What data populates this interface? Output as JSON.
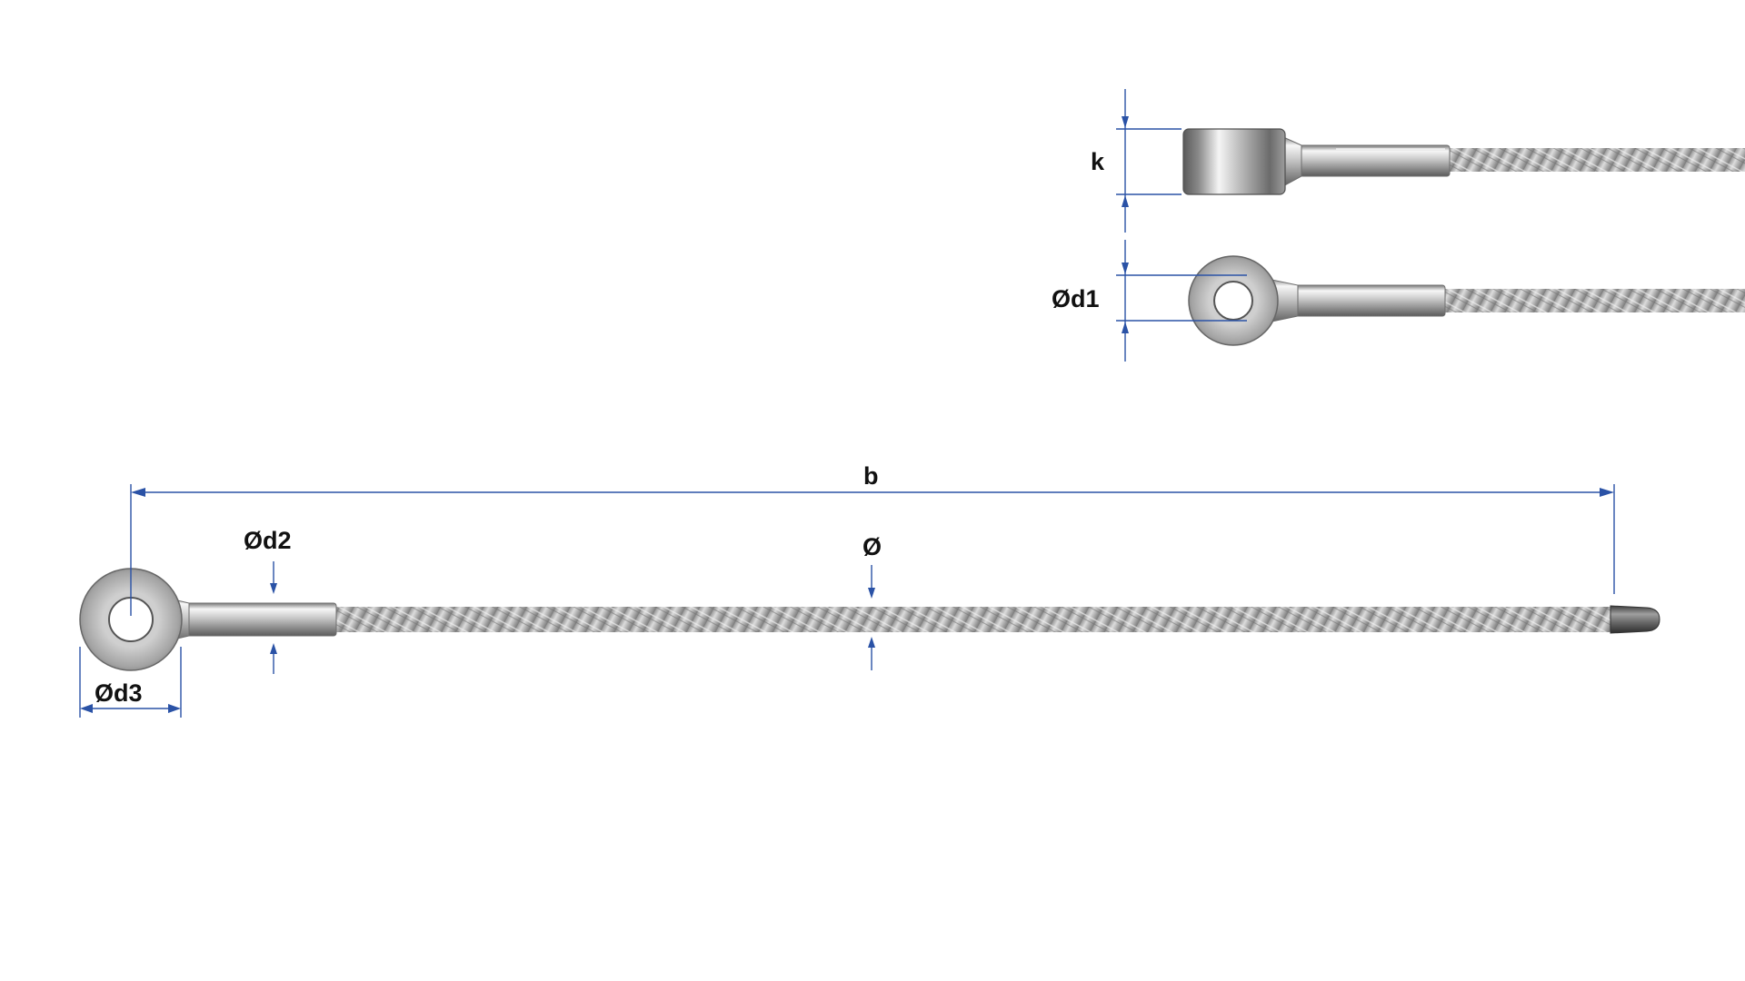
{
  "labels": {
    "k": "k",
    "d1": "Ød1",
    "b": "b",
    "d2": "Ød2",
    "diameter": "Ø",
    "d3": "Ød3"
  },
  "colors": {
    "dimension_line": "#2a52a6",
    "label_text": "#111111",
    "background": "#ffffff",
    "cable": "#a6a6a6",
    "metal_light": "#f4f4f4",
    "metal_dark": "#6e6e6e"
  },
  "icons": {
    "arrow": "arrowhead",
    "eye_fitting": "swage-eye-terminal",
    "cable_end": "end-cap"
  }
}
